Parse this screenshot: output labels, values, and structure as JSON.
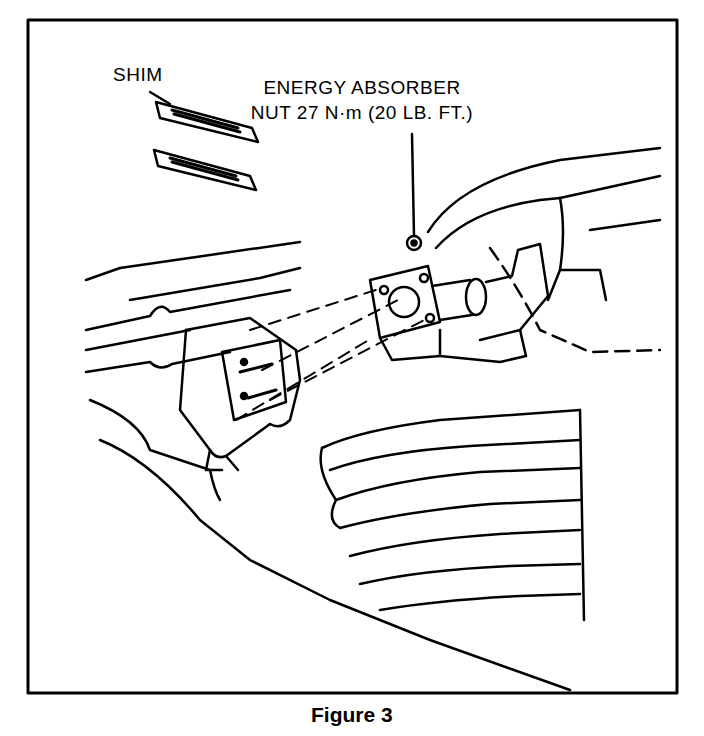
{
  "diagram": {
    "caption": "Figure 3",
    "labels": [
      "SHIM",
      "ENERGY ABSORBER NUT 27 N·m (20 LB. FT.)"
    ]
  }
}
